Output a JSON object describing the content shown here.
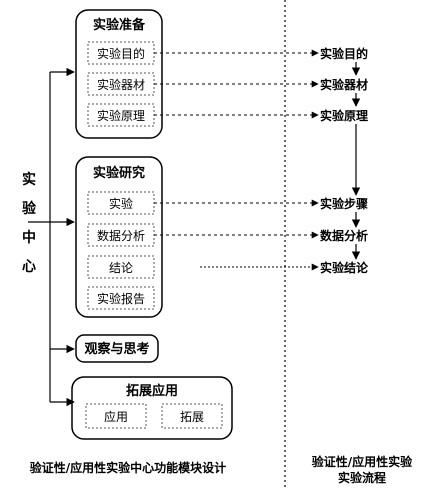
{
  "root_vertical_label": [
    "实",
    "验",
    "中",
    "心"
  ],
  "modules": {
    "prep": {
      "title": "实验准备",
      "items": [
        "实验目的",
        "实验器材",
        "实验原理"
      ]
    },
    "research": {
      "title": "实验研究",
      "items": [
        "实验",
        "数据分析",
        "结论",
        "实验报告"
      ]
    },
    "observe": {
      "title": "观察与思考"
    },
    "extension": {
      "title": "拓展应用",
      "items": [
        "应用",
        "拓展"
      ]
    }
  },
  "flow": [
    "实验目的",
    "实验器材",
    "实验原理",
    "实验步骤",
    "数据分析",
    "实验结论"
  ],
  "captions": {
    "left": "验证性/应用性实验中心功能模块设计",
    "right_line1": "验证性/应用性实验",
    "right_line2": "实验流程"
  }
}
